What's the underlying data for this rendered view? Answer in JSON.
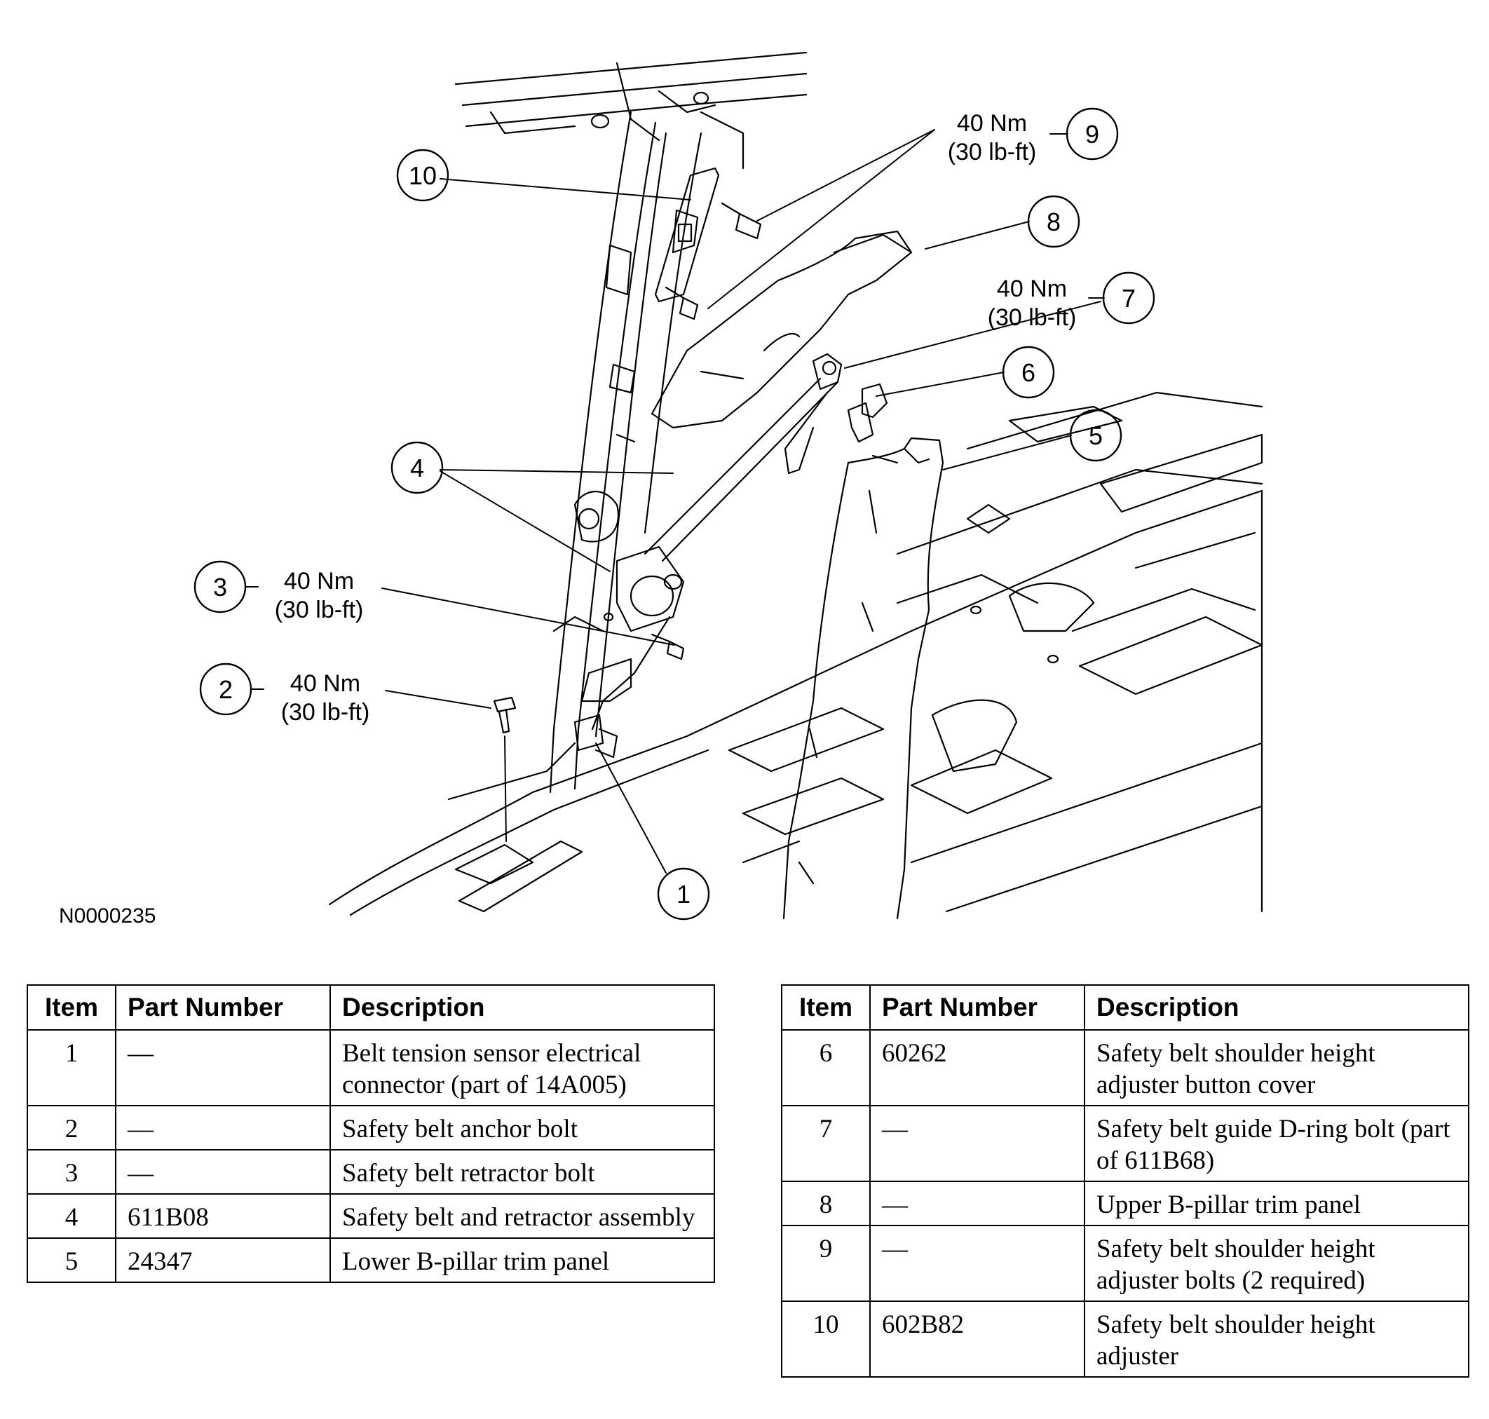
{
  "figure_id": "N0000235",
  "callouts": [
    {
      "id": "1",
      "label": "1"
    },
    {
      "id": "2",
      "label": "2",
      "torque_nm": "40 Nm",
      "torque_lbft": "(30 lb-ft)"
    },
    {
      "id": "3",
      "label": "3",
      "torque_nm": "40 Nm",
      "torque_lbft": "(30 lb-ft)"
    },
    {
      "id": "4",
      "label": "4"
    },
    {
      "id": "5",
      "label": "5"
    },
    {
      "id": "6",
      "label": "6"
    },
    {
      "id": "7",
      "label": "7",
      "torque_nm": "40 Nm",
      "torque_lbft": "(30 lb-ft)"
    },
    {
      "id": "8",
      "label": "8"
    },
    {
      "id": "9",
      "label": "9",
      "torque_nm": "40 Nm",
      "torque_lbft": "(30 lb-ft)"
    },
    {
      "id": "10",
      "label": "10"
    }
  ],
  "table_headers": {
    "item": "Item",
    "part_number": "Part Number",
    "description": "Description"
  },
  "parts_left": [
    {
      "item": "1",
      "part_number": "—",
      "description": "Belt tension sensor electrical connector (part of 14A005)"
    },
    {
      "item": "2",
      "part_number": "—",
      "description": "Safety belt anchor bolt"
    },
    {
      "item": "3",
      "part_number": "—",
      "description": "Safety belt retractor bolt"
    },
    {
      "item": "4",
      "part_number": "611B08",
      "description": "Safety belt and retractor assembly"
    },
    {
      "item": "5",
      "part_number": "24347",
      "description": "Lower B-pillar trim panel"
    }
  ],
  "parts_right": [
    {
      "item": "6",
      "part_number": "60262",
      "description": "Safety belt shoulder height adjuster button cover"
    },
    {
      "item": "7",
      "part_number": "—",
      "description": "Safety belt guide D-ring bolt (part of 611B68)"
    },
    {
      "item": "8",
      "part_number": "—",
      "description": "Upper B-pillar trim panel"
    },
    {
      "item": "9",
      "part_number": "—",
      "description": "Safety belt shoulder height adjuster bolts (2 required)"
    },
    {
      "item": "10",
      "part_number": "602B82",
      "description": "Safety belt shoulder height adjuster"
    }
  ]
}
